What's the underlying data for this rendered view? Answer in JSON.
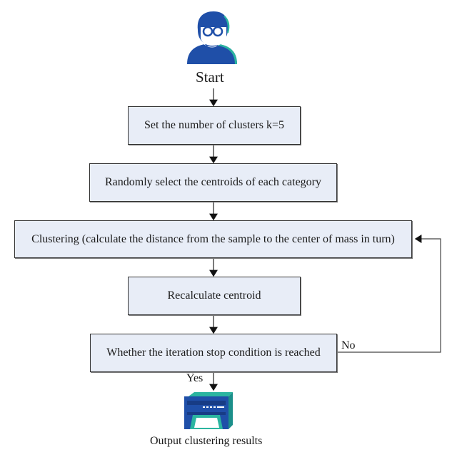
{
  "diagram": {
    "type": "flowchart",
    "start": {
      "label": "Start",
      "icon": "user-avatar-icon"
    },
    "steps": [
      {
        "id": "set-clusters",
        "label": "Set the number of clusters k=5"
      },
      {
        "id": "select-centroids",
        "label": "Randomly select the centroids of each category"
      },
      {
        "id": "clustering",
        "label": "Clustering (calculate the distance from the sample to the center of mass in turn)"
      },
      {
        "id": "recalculate",
        "label": "Recalculate centroid"
      },
      {
        "id": "stop-check",
        "label": "Whether the iteration stop condition is reached"
      }
    ],
    "branches": {
      "yes": "Yes",
      "no": "No"
    },
    "end": {
      "label": "Output clustering results",
      "icon": "printer-icon"
    },
    "colors": {
      "box_fill": "#e8edf7",
      "box_border": "#333333",
      "icon_blue": "#1f4fa8",
      "icon_teal": "#2bb5a0"
    }
  }
}
